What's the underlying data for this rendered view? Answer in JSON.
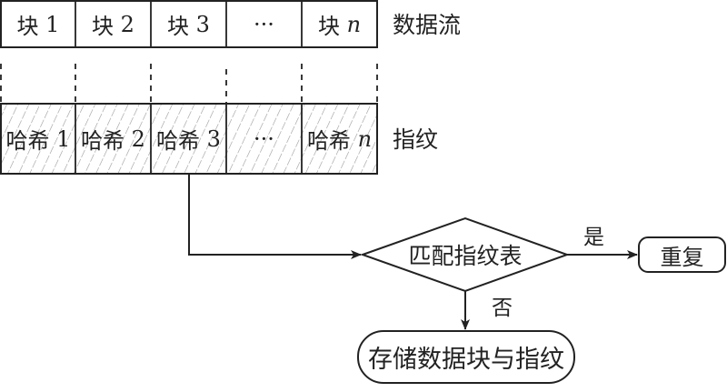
{
  "data_stream": {
    "label": "数据流",
    "blocks": [
      {
        "prefix": "块",
        "index": "1",
        "italic": false
      },
      {
        "prefix": "块",
        "index": "2",
        "italic": false
      },
      {
        "prefix": "块",
        "index": "3",
        "italic": false
      },
      {
        "prefix": "",
        "index": "···",
        "italic": false
      },
      {
        "prefix": "块",
        "index": "n",
        "italic": true
      }
    ]
  },
  "fingerprints": {
    "label": "指纹",
    "hashes": [
      {
        "prefix": "哈希",
        "index": "1",
        "italic": false
      },
      {
        "prefix": "哈希",
        "index": "2",
        "italic": false
      },
      {
        "prefix": "哈希",
        "index": "3",
        "italic": false
      },
      {
        "prefix": "",
        "index": "···",
        "italic": false
      },
      {
        "prefix": "哈希",
        "index": "n",
        "italic": true
      }
    ]
  },
  "decision": {
    "label": "匹配指纹表"
  },
  "yes_branch": {
    "edge_label": "是",
    "node_label": "重复"
  },
  "no_branch": {
    "edge_label": "否",
    "node_label": "存储数据块与指纹"
  },
  "colors": {
    "stroke": "#222222",
    "hatch": "#9a9a9a",
    "background": "#ffffff"
  }
}
